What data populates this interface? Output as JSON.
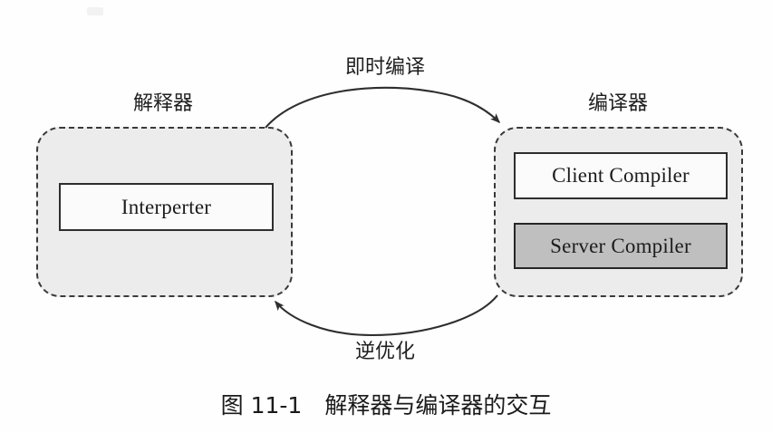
{
  "figure": {
    "caption": "图 11-1　解释器与编译器的交互",
    "background_color": "#fefefe"
  },
  "groups": [
    {
      "id": "interpreter",
      "label": "解释器",
      "fill_color": "#ececec",
      "border_style": "dashed",
      "items": [
        {
          "label": "Interperter",
          "fill_color": "#fbfbfb",
          "highlighted": false
        }
      ]
    },
    {
      "id": "compiler",
      "label": "编译器",
      "fill_color": "#ececec",
      "border_style": "dashed",
      "items": [
        {
          "label": "Client Compiler",
          "fill_color": "#fbfbfb",
          "highlighted": false
        },
        {
          "label": "Server Compiler",
          "fill_color": "#bfbfbf",
          "highlighted": true
        }
      ]
    }
  ],
  "arrows": [
    {
      "id": "jit",
      "label": "即时编译",
      "from": "解释器",
      "to": "编译器",
      "direction": "left-to-right",
      "position": "top"
    },
    {
      "id": "deoptimize",
      "label": "逆优化",
      "from": "编译器",
      "to": "解释器",
      "direction": "right-to-left",
      "position": "bottom"
    }
  ],
  "colors": {
    "line": "#2e2e2e",
    "group_fill": "#ececec",
    "highlight_fill": "#bfbfbf",
    "text": "#1a1a1a"
  }
}
